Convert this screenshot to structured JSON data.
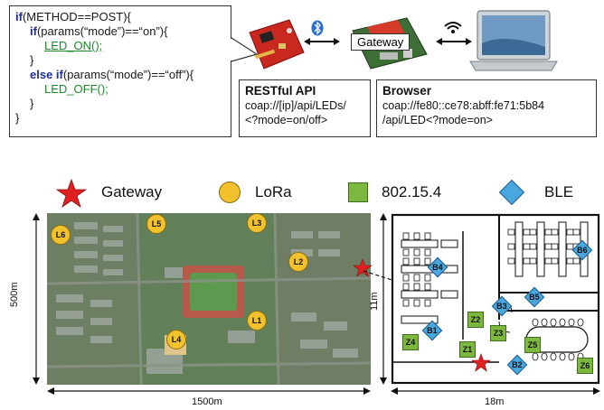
{
  "code_box": {
    "line1": "if(METHOD==POST){",
    "line2_kw": "if",
    "line2_rest": "(params(“mode”)==“on”){",
    "line3": "LED_ON();",
    "line4": "}",
    "line5_kw": "else if",
    "line5_rest": "(params(“mode”)==“off”){",
    "line6": "LED_OFF();",
    "line7": "}",
    "line8": "}"
  },
  "devices": {
    "gateway_label": "Gateway"
  },
  "restful_box": {
    "title": "RESTful API",
    "line1": "coap://[ip]/api/LEDs/",
    "line2": "<?mode=on/off>"
  },
  "browser_box": {
    "title": "Browser",
    "line1": "coap://fe80::ce78:abff:fe71:5b84",
    "line2": "/api/LED<?mode=on>"
  },
  "legend": {
    "gateway": "Gateway",
    "lora": "LoRa",
    "zigbee": "802.15.4",
    "ble": "BLE"
  },
  "outdoor_map": {
    "height_label": "500m",
    "width_label": "1500m",
    "lora_nodes": [
      "L1",
      "L2",
      "L3",
      "L4",
      "L5",
      "L6"
    ]
  },
  "indoor_map": {
    "height_label": "11m",
    "width_label": "18m",
    "ble_nodes": [
      "B1",
      "B2",
      "B3",
      "B4",
      "B5",
      "B6"
    ],
    "zigbee_nodes": [
      "Z1",
      "Z2",
      "Z3",
      "Z4",
      "Z5",
      "Z6"
    ]
  },
  "colors": {
    "lora": "#f2c12e",
    "zigbee": "#7cb83f",
    "ble": "#4aa6de",
    "gateway_star": "#e02020"
  }
}
